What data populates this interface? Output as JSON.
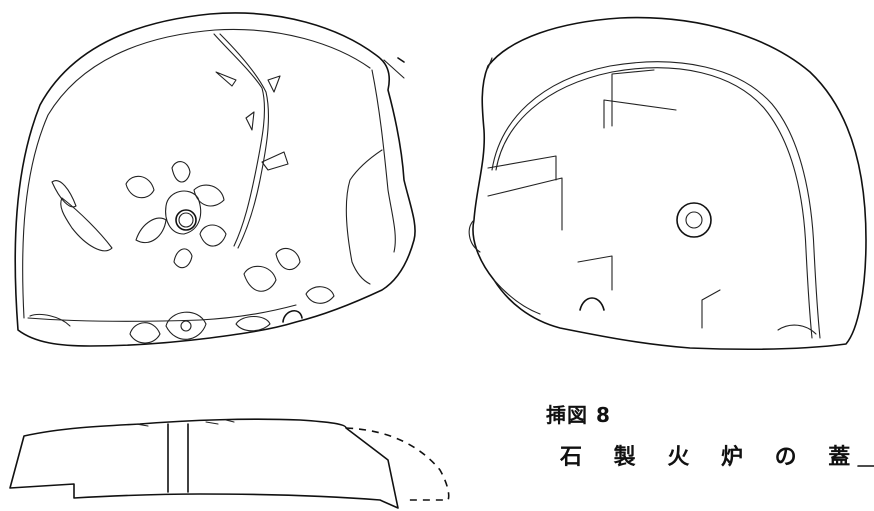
{
  "figure": {
    "number_label": "挿図 8",
    "title": "石 製 火 炉 の 蓋"
  },
  "views": {
    "top_view": "top-view",
    "bottom_view": "bottom-view",
    "section_view": "section-view"
  }
}
